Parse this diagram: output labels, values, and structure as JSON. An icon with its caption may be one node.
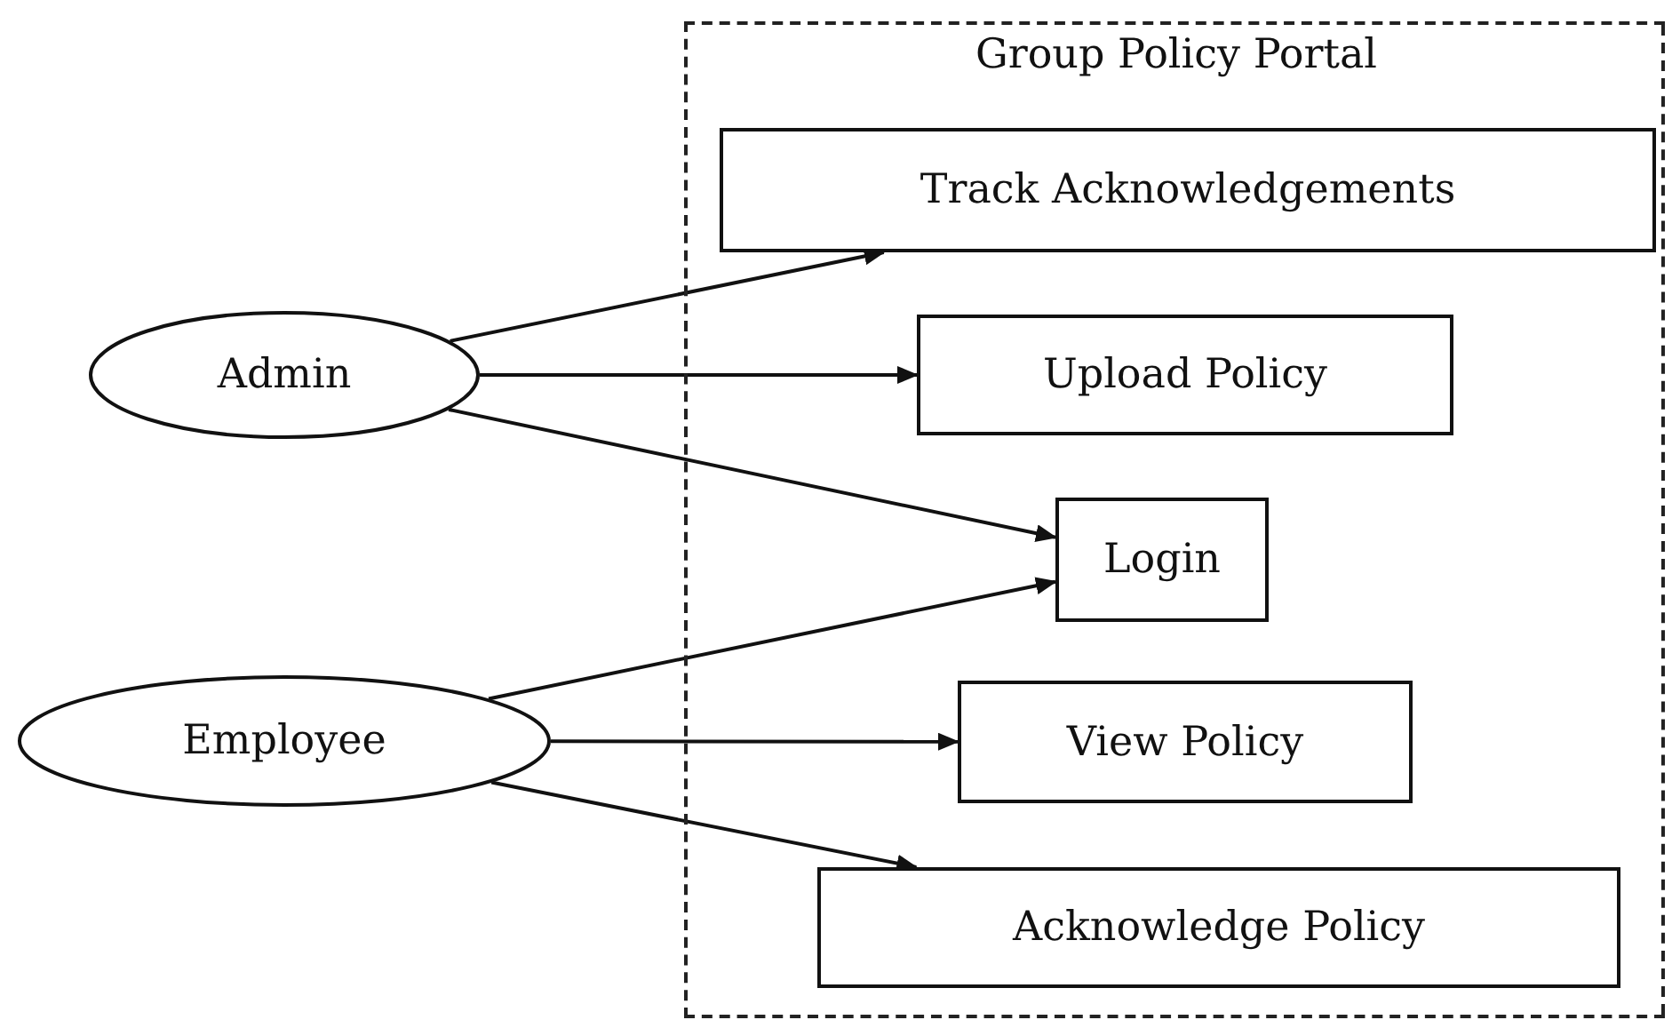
{
  "diagram": {
    "nodes": [
      {
        "text": [
          "Group Policy Portal"
        ]
      },
      {
        "text": [
          "Track Acknowledgements"
        ],
        "in": 0
      },
      {
        "text": [
          "Upload Policy"
        ],
        "in": 0
      },
      {
        "text": [
          "Login"
        ],
        "in": 0
      },
      {
        "text": [
          "View Policy"
        ],
        "in": 0
      },
      {
        "text": [
          "Acknowledge Policy"
        ],
        "in": 0
      },
      {
        "text": [
          "Admin"
        ]
      },
      {
        "text": [
          "Employee"
        ]
      }
    ],
    "edges": [
      {
        "from": 6,
        "to": 1,
        "arrow": "to"
      },
      {
        "from": 6,
        "to": 2,
        "arrow": "to"
      },
      {
        "from": 6,
        "to": 3,
        "arrow": "to"
      },
      {
        "from": 7,
        "to": 3,
        "arrow": "to"
      },
      {
        "from": 7,
        "to": 4,
        "arrow": "to"
      },
      {
        "from": 7,
        "to": 5,
        "arrow": "to"
      }
    ]
  }
}
